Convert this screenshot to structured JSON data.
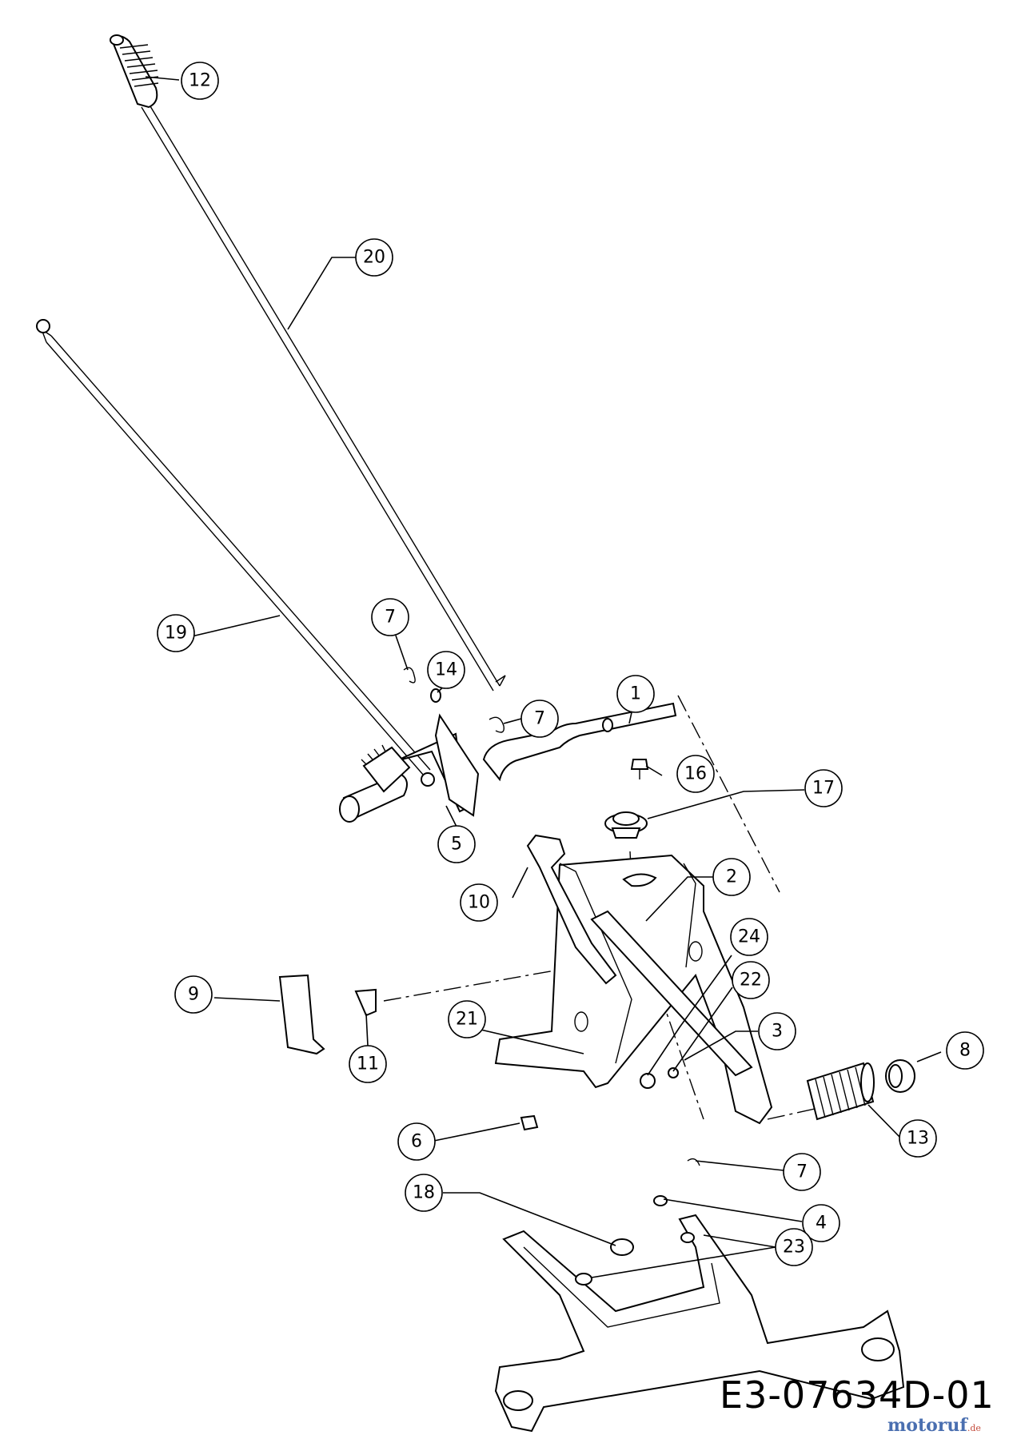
{
  "callouts": [
    {
      "id": "c1",
      "label": "1"
    },
    {
      "id": "c2",
      "label": "2"
    },
    {
      "id": "c3",
      "label": "3"
    },
    {
      "id": "c4",
      "label": "4"
    },
    {
      "id": "c5",
      "label": "5"
    },
    {
      "id": "c6",
      "label": "6"
    },
    {
      "id": "c7a",
      "label": "7"
    },
    {
      "id": "c7b",
      "label": "7"
    },
    {
      "id": "c7c",
      "label": "7"
    },
    {
      "id": "c8",
      "label": "8"
    },
    {
      "id": "c9",
      "label": "9"
    },
    {
      "id": "c10",
      "label": "10"
    },
    {
      "id": "c11",
      "label": "11"
    },
    {
      "id": "c12",
      "label": "12"
    },
    {
      "id": "c13",
      "label": "13"
    },
    {
      "id": "c14",
      "label": "14"
    },
    {
      "id": "c16",
      "label": "16"
    },
    {
      "id": "c17",
      "label": "17"
    },
    {
      "id": "c18",
      "label": "18"
    },
    {
      "id": "c19",
      "label": "19"
    },
    {
      "id": "c20",
      "label": "20"
    },
    {
      "id": "c21",
      "label": "21"
    },
    {
      "id": "c22",
      "label": "22"
    },
    {
      "id": "c23",
      "label": "23"
    },
    {
      "id": "c24",
      "label": "24"
    }
  ],
  "drawing_code": "E3-07634D-01",
  "watermark": {
    "text": "motoruf",
    "suffix": ".de"
  }
}
